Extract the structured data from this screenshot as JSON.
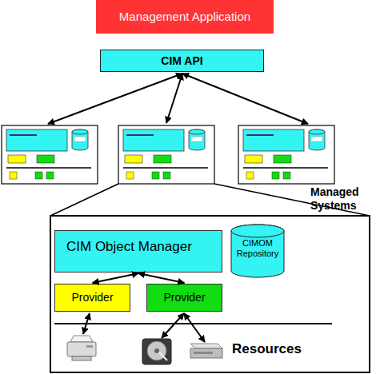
{
  "diagram": {
    "nodes": [
      {
        "text": [
          "Management Application"
        ]
      },
      {
        "text": [
          "CIM API"
        ]
      },
      {
        "text": [
          "CIM Object Manager"
        ]
      },
      {
        "text": [
          "CIMOM Repository"
        ]
      },
      {
        "text": [
          "Provider"
        ]
      },
      {
        "text": [
          "Provider"
        ]
      }
    ],
    "edges": [
      {
        "from": 2,
        "to": 4,
        "arrow": "both"
      },
      {
        "from": 2,
        "to": 5,
        "arrow": "both"
      }
    ],
    "labels": [
      "Managed Systems",
      "Resources"
    ]
  }
}
